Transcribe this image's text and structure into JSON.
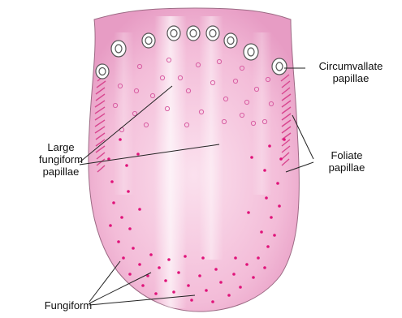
{
  "labels": {
    "circumvallate": [
      "Circumvallate",
      "papillae"
    ],
    "fungiform_large": [
      "Large",
      "fungiform",
      "papillae"
    ],
    "foliate": [
      "Foliate",
      "papillae"
    ],
    "fungiform": [
      "Fungiform"
    ]
  },
  "colors": {
    "tongue_base": "#f4c2dc",
    "tongue_edge": "#e6a0c5",
    "tongue_highlight": "#fbe6f1",
    "outline": "#8a5a73",
    "dot": "#e0137a",
    "circle_stroke": "#d85fa3",
    "pointer_line": "#222222",
    "text": "#111111"
  }
}
